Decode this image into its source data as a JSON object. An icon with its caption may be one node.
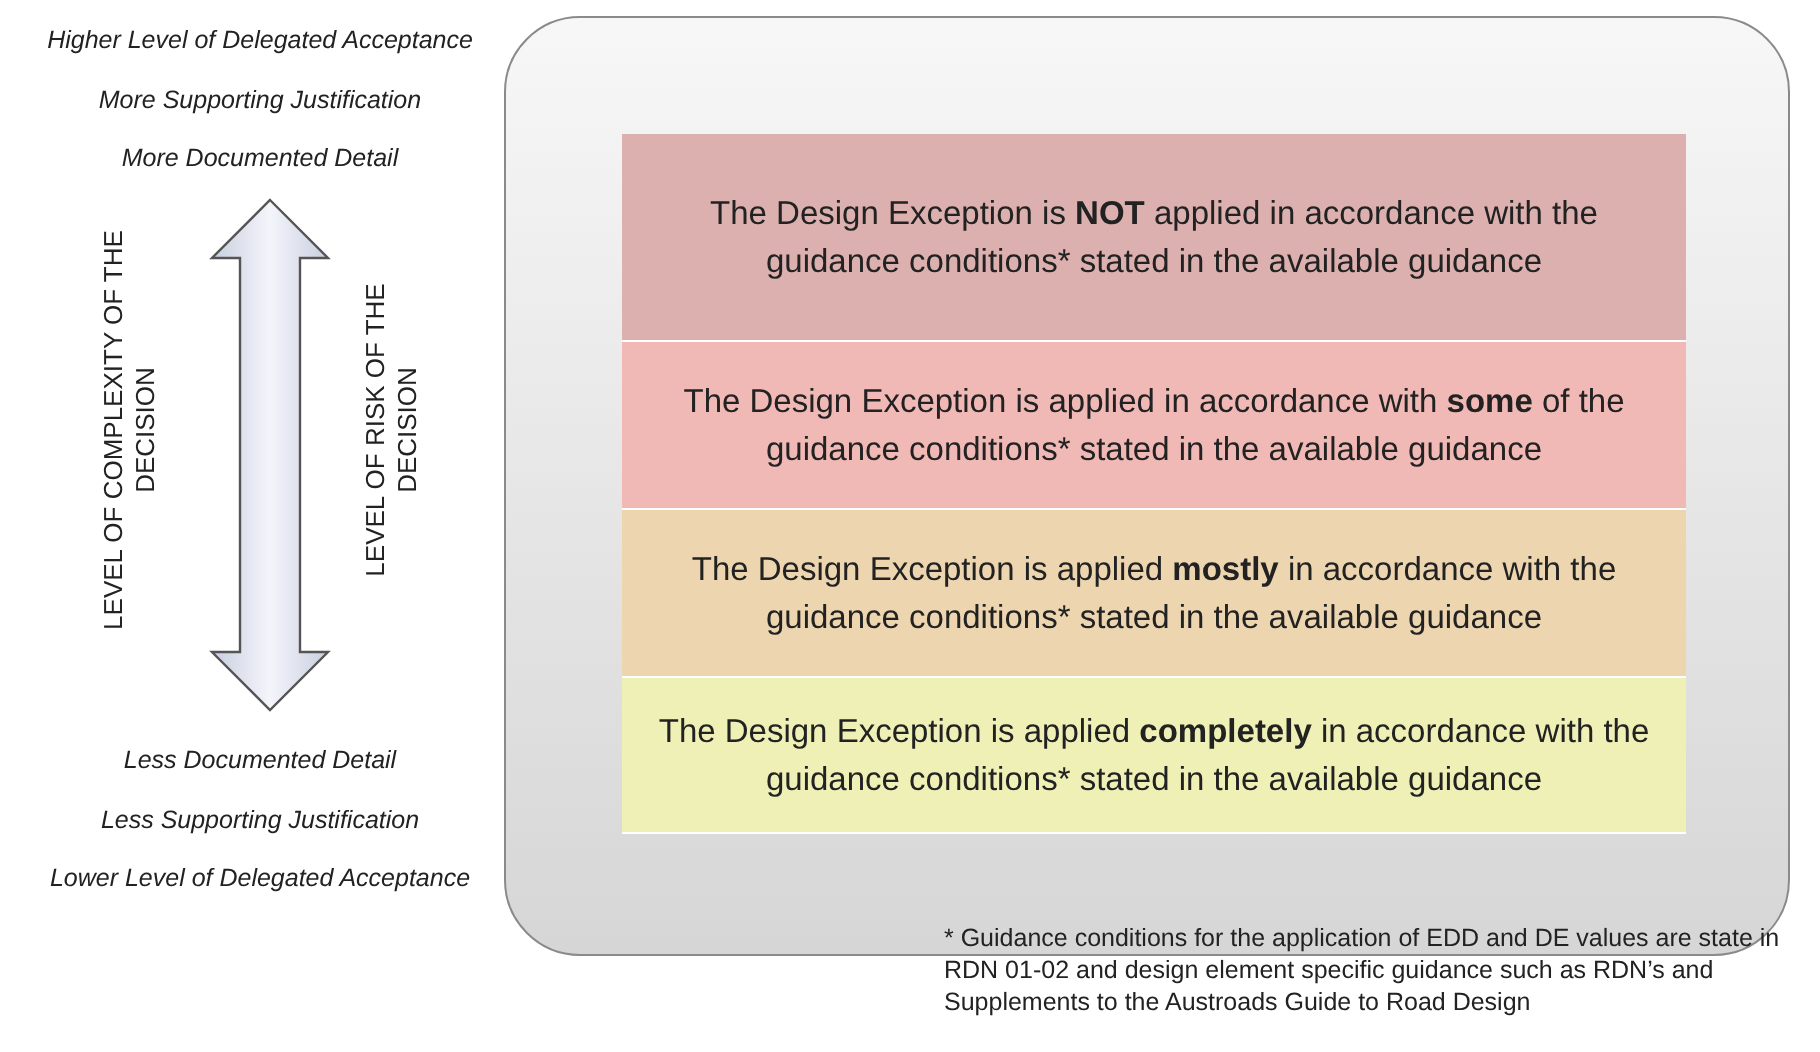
{
  "diagram": {
    "nodes": [
      {
        "text": [],
        "shape": "box"
      },
      {
        "text": [
          "The Design Exception is **NOT** applied in accordance with the guidance conditions* stated in the available guidance"
        ],
        "in": 0
      },
      {
        "text": [
          "The Design Exception is applied in accordance with **some** of the guidance conditions* stated in the available guidance"
        ],
        "in": 0
      },
      {
        "text": [
          "The Design Exception is applied **mostly** in accordance with the guidance conditions* stated in the available guidance"
        ],
        "in": 0
      },
      {
        "text": [
          "The Design Exception is applied **completely** in accordance with the guidance conditions* stated in the available guidance"
        ],
        "in": 0
      }
    ],
    "labels": [
      "Higher Level of Delegated Acceptance",
      "More Supporting Justification",
      "More Documented Detail",
      "LEVEL OF COMPLEXITY OF THE DECISION",
      "LEVEL OF RISK OF THE DECISION",
      "Less Documented Detail",
      "Less Supporting Justification",
      "Lower Level of Delegated Acceptance",
      "* Guidance conditions for the application of EDD and DE values are state in RDN 01-02 and design element specific guidance such as RDN’s and Supplements to the Austroads Guide to Road Design"
    ]
  }
}
